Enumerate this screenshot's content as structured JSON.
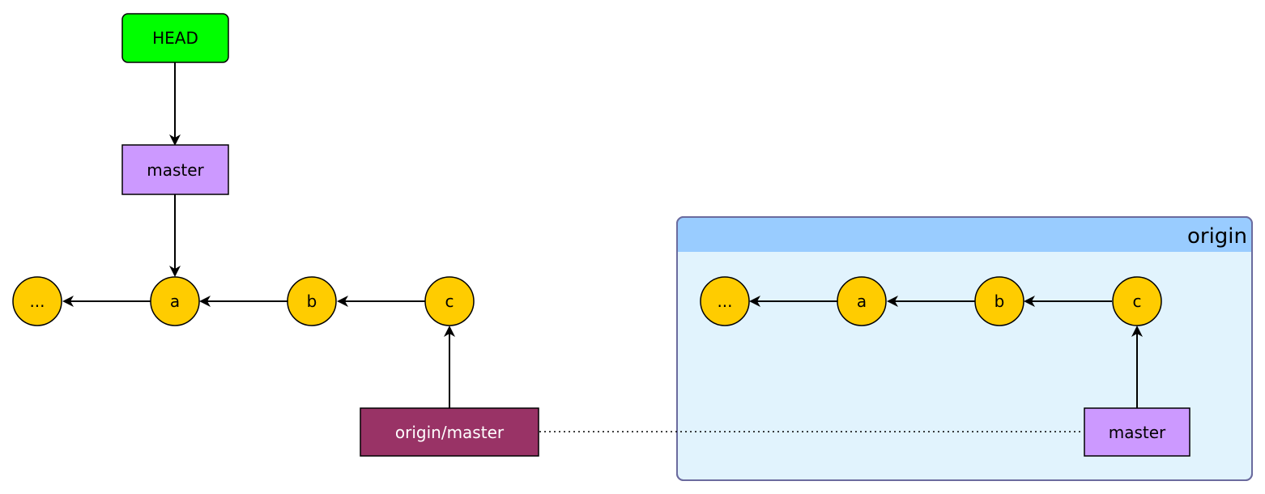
{
  "colors": {
    "head": "#00ff00",
    "branch": "#cc99ff",
    "remote_branch": "#993366",
    "commit": "#ffcc00",
    "origin_header": "#99ccff",
    "origin_body": "#e1f3fd",
    "origin_border": "#6b6b9e"
  },
  "local": {
    "head_label": "HEAD",
    "branch_label": "master",
    "commits": [
      "...",
      "a",
      "b",
      "c"
    ],
    "remote_tracking_label": "origin/master"
  },
  "origin": {
    "title": "origin",
    "commits": [
      "...",
      "a",
      "b",
      "c"
    ],
    "branch_label": "master"
  }
}
